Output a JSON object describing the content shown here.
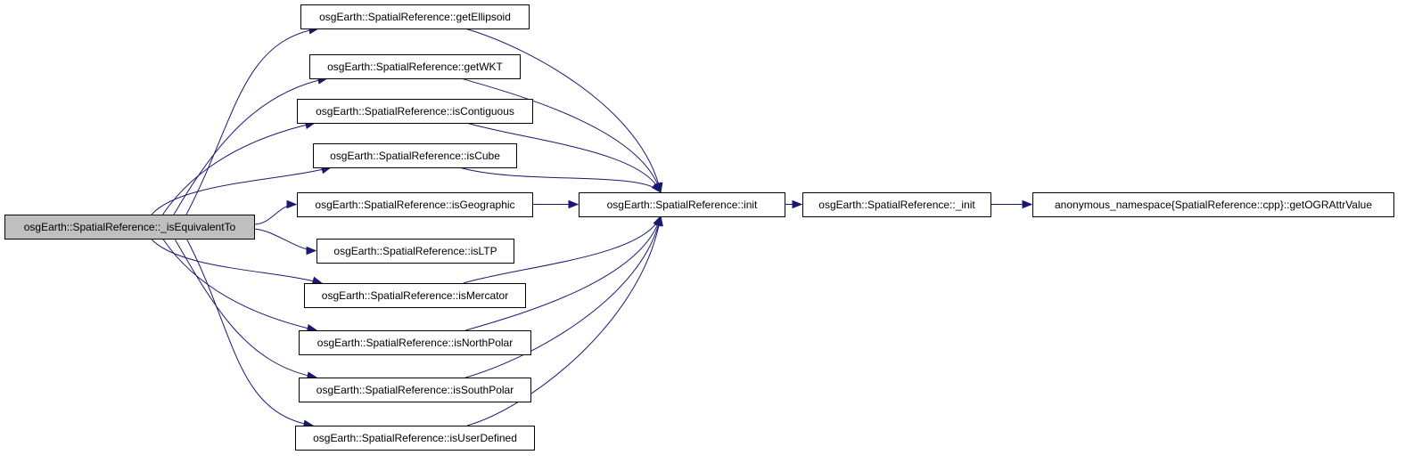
{
  "graph": {
    "nodes": [
      {
        "id": "root",
        "label": "osgEarth::SpatialReference::_isEquivalentTo"
      },
      {
        "id": "getEllipsoid",
        "label": "osgEarth::SpatialReference::getEllipsoid"
      },
      {
        "id": "getWKT",
        "label": "osgEarth::SpatialReference::getWKT"
      },
      {
        "id": "isContiguous",
        "label": "osgEarth::SpatialReference::isContiguous"
      },
      {
        "id": "isCube",
        "label": "osgEarth::SpatialReference::isCube"
      },
      {
        "id": "isGeographic",
        "label": "osgEarth::SpatialReference::isGeographic"
      },
      {
        "id": "isLTP",
        "label": "osgEarth::SpatialReference::isLTP"
      },
      {
        "id": "isMercator",
        "label": "osgEarth::SpatialReference::isMercator"
      },
      {
        "id": "isNorthPolar",
        "label": "osgEarth::SpatialReference::isNorthPolar"
      },
      {
        "id": "isSouthPolar",
        "label": "osgEarth::SpatialReference::isSouthPolar"
      },
      {
        "id": "isUserDefined",
        "label": "osgEarth::SpatialReference::isUserDefined"
      },
      {
        "id": "init",
        "label": "osgEarth::SpatialReference::init"
      },
      {
        "id": "_init",
        "label": "osgEarth::SpatialReference::_init"
      },
      {
        "id": "getOGRAttrValue",
        "label": "anonymous_namespace{SpatialReference::cpp}::getOGRAttrValue"
      }
    ],
    "edges": [
      {
        "from": "root",
        "to": "getEllipsoid"
      },
      {
        "from": "root",
        "to": "getWKT"
      },
      {
        "from": "root",
        "to": "isContiguous"
      },
      {
        "from": "root",
        "to": "isCube"
      },
      {
        "from": "root",
        "to": "isGeographic"
      },
      {
        "from": "root",
        "to": "isLTP"
      },
      {
        "from": "root",
        "to": "isMercator"
      },
      {
        "from": "root",
        "to": "isNorthPolar"
      },
      {
        "from": "root",
        "to": "isSouthPolar"
      },
      {
        "from": "root",
        "to": "isUserDefined"
      },
      {
        "from": "getEllipsoid",
        "to": "init"
      },
      {
        "from": "getWKT",
        "to": "init"
      },
      {
        "from": "isContiguous",
        "to": "init"
      },
      {
        "from": "isCube",
        "to": "init"
      },
      {
        "from": "isGeographic",
        "to": "init"
      },
      {
        "from": "isMercator",
        "to": "init"
      },
      {
        "from": "isNorthPolar",
        "to": "init"
      },
      {
        "from": "isSouthPolar",
        "to": "init"
      },
      {
        "from": "isUserDefined",
        "to": "init"
      },
      {
        "from": "init",
        "to": "_init"
      },
      {
        "from": "_init",
        "to": "getOGRAttrValue"
      }
    ]
  },
  "colors": {
    "edge": "#191970",
    "root_fill": "#bfbfbf",
    "node_fill": "#ffffff",
    "node_border": "#000000"
  }
}
